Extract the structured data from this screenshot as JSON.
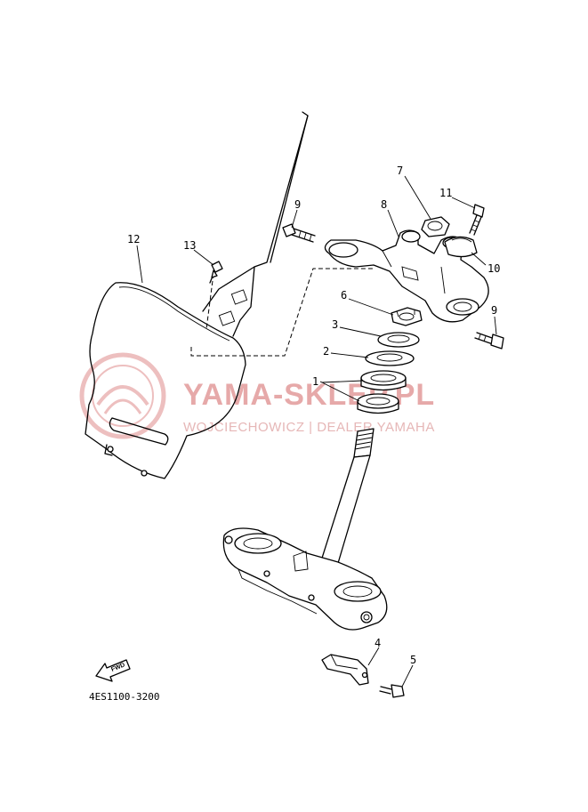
{
  "watermark": {
    "title": "YAMA-SKLEP.PL",
    "subtitle": "WOJCIECHOWICZ | DEALER YAMAHA",
    "color": "#e6a9a9"
  },
  "diagram_code": "4ES1100-3200",
  "fwd_label": "FWD",
  "callouts": [
    {
      "id": "1",
      "label": "1"
    },
    {
      "id": "2",
      "label": "2"
    },
    {
      "id": "3",
      "label": "3"
    },
    {
      "id": "4",
      "label": "4"
    },
    {
      "id": "5",
      "label": "5"
    },
    {
      "id": "6",
      "label": "6"
    },
    {
      "id": "7",
      "label": "7"
    },
    {
      "id": "8",
      "label": "8"
    },
    {
      "id": "9a",
      "label": "9"
    },
    {
      "id": "9b",
      "label": "9"
    },
    {
      "id": "10",
      "label": "10"
    },
    {
      "id": "11",
      "label": "11"
    },
    {
      "id": "12",
      "label": "12"
    },
    {
      "id": "13",
      "label": "13"
    }
  ]
}
